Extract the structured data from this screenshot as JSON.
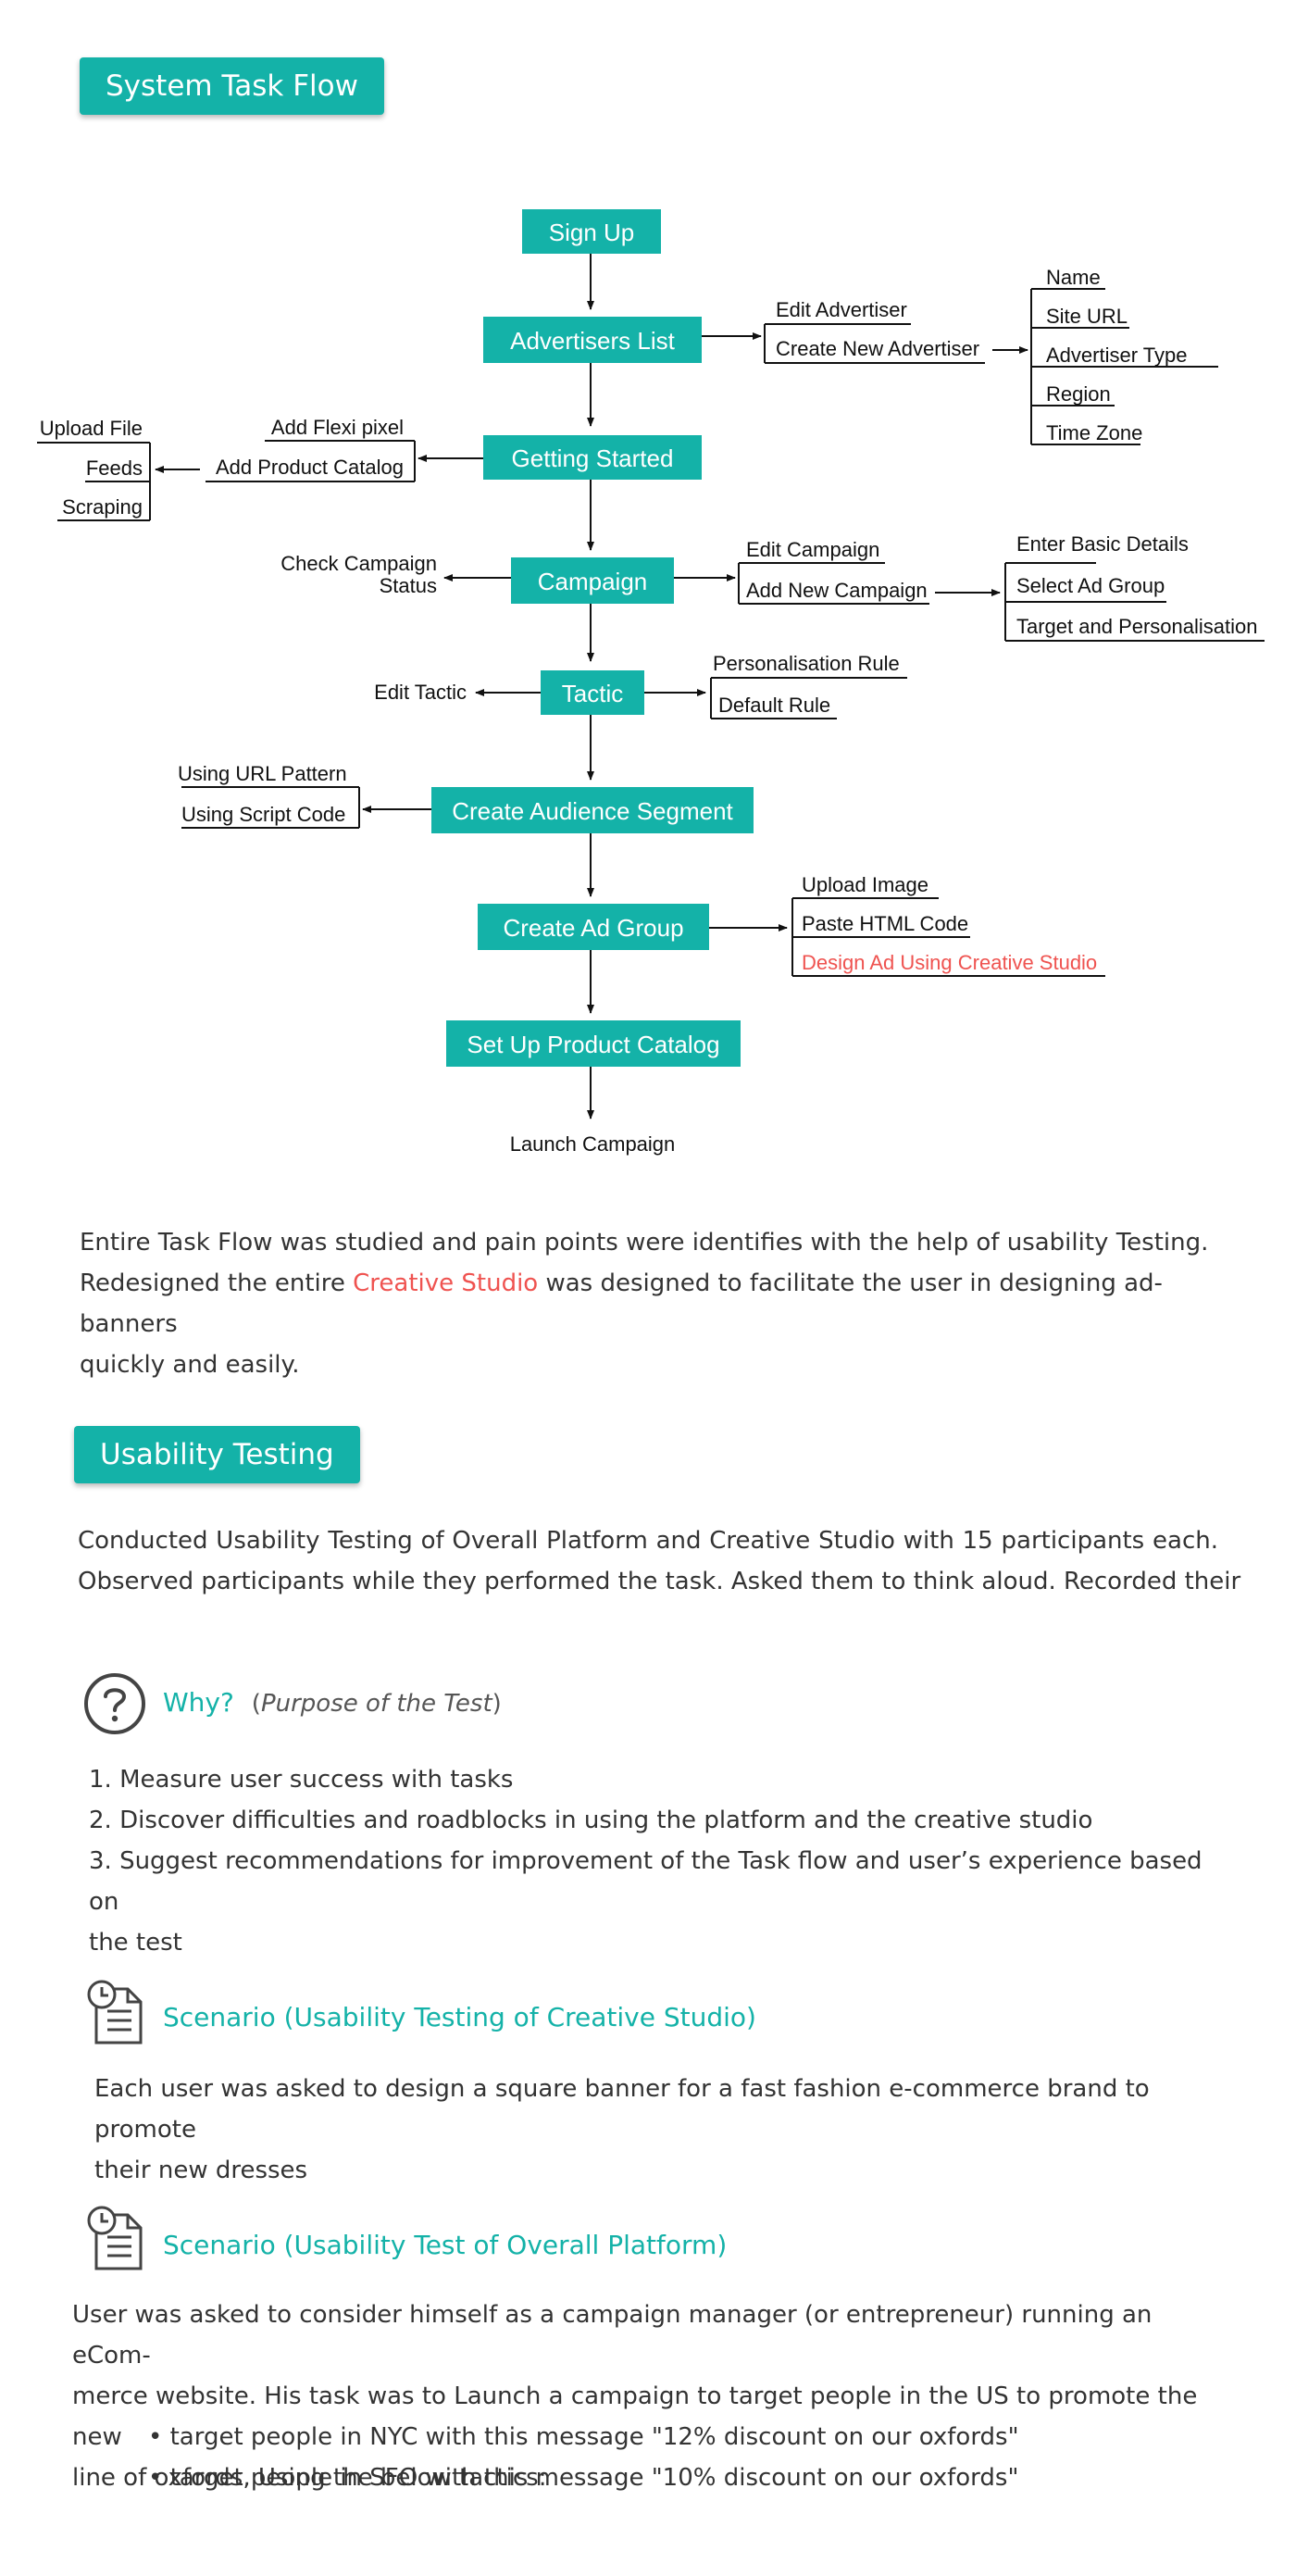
{
  "sections": {
    "task_flow": "System Task Flow",
    "usability": "Usability Testing"
  },
  "flow": {
    "main": [
      "Sign Up",
      "Advertisers List",
      "Getting Started",
      "Campaign",
      "Tactic",
      "Create Audience Segment",
      "Create Ad Group",
      "Set Up Product Catalog"
    ],
    "end": "Launch Campaign",
    "advertisers": [
      "Edit Advertiser",
      "Create New Advertiser"
    ],
    "advertiser_fields": [
      "Name",
      "Site URL",
      "Advertiser Type",
      "Region",
      "Time Zone"
    ],
    "getting_started": [
      "Add Flexi pixel",
      "Add Product Catalog"
    ],
    "catalog_sources": [
      "Upload File",
      "Feeds",
      "Scraping"
    ],
    "campaign_status": [
      "Check Campaign",
      "Status"
    ],
    "campaign": [
      "Edit Campaign",
      "Add New Campaign"
    ],
    "new_campaign_steps": [
      "Enter Basic Details",
      "Select Ad Group",
      "Target and Personalisation"
    ],
    "tactic_left": "Edit Tactic",
    "tactic": [
      "Personalisation Rule",
      "Default Rule"
    ],
    "audience": [
      "Using URL Pattern",
      "Using Script Code"
    ],
    "ad_group": [
      "Upload Image",
      "Paste HTML Code",
      "Design Ad Using Creative Studio"
    ]
  },
  "colors": {
    "accent": "#14b2a8",
    "highlight": "#ef5350"
  },
  "summary": {
    "line1": "Entire Task Flow was studied and pain points were identifies with the help of usability Testing.",
    "line2_a": "Redesigned the entire ",
    "line2_link": "Creative Studio",
    "line2_b": " was designed to facilitate the user in designing ad-banners",
    "line3": "quickly and easily."
  },
  "usability_intro": {
    "line1": "Conducted Usability Testing of Overall Platform and Creative Studio with 15 participants each.",
    "line2": "Observed participants while they performed the task. Asked them to think aloud. Recorded their"
  },
  "why": {
    "icon": "question-circle-icon",
    "title": "Why?",
    "open": "(",
    "subtitle": "Purpose of the Test",
    "close": ")",
    "items": [
      "1. Measure user success with tasks",
      "2. Discover difficulties and roadblocks in using the platform and the creative studio",
      "3. Suggest recommendations for improvement of the Task flow and user’s experience based on",
      "the test"
    ]
  },
  "scenario1": {
    "icon": "document-clock-icon",
    "title": "Scenario (Usability Testing of Creative Studio)",
    "lines": [
      "Each user was asked to design a square banner for a fast fashion e-commerce brand to promote",
      "their new dresses"
    ]
  },
  "scenario2": {
    "icon": "document-clock-icon",
    "title": "Scenario (Usability Test of Overall Platform)",
    "lines": [
      "User was asked to consider himself as a campaign manager (or entrepreneur) running an eCom-",
      "merce website. His task was to Launch a campaign to target people in the US to promote the new",
      "line of oxfords, Using the below tactics:"
    ],
    "bullets": [
      "target people in NYC with this message \"12% discount on our oxfords\"",
      "target people in SFO with this message \"10% discount on our oxfords\""
    ]
  }
}
